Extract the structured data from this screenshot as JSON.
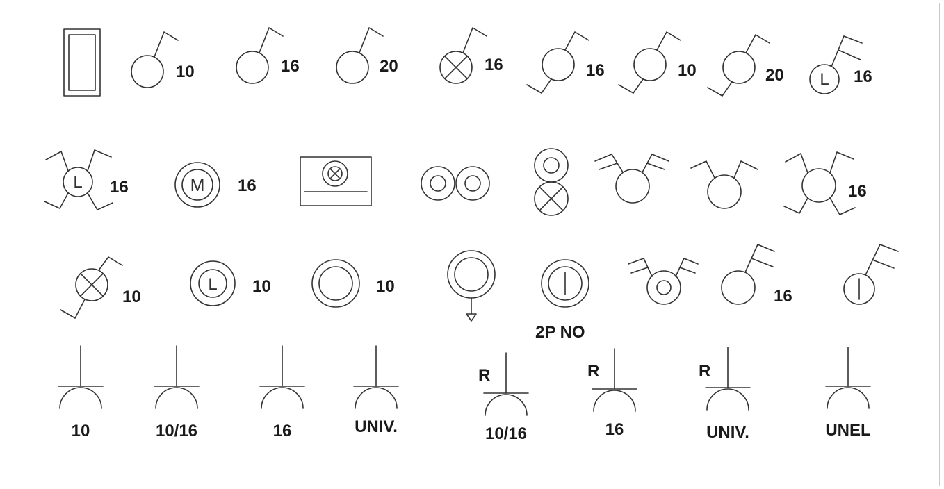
{
  "labels": {
    "r1": [
      "10",
      "16",
      "20",
      "16",
      "16",
      "10",
      "20",
      "16"
    ],
    "r2": [
      "16",
      "16",
      "16"
    ],
    "r3": [
      "10",
      "10",
      "10",
      "2P NO",
      "16"
    ],
    "r4": [
      "10",
      "10/16",
      "16",
      "UNIV.",
      "10/16",
      "16",
      "UNIV.",
      "UNEL"
    ],
    "r_marks": [
      "R",
      "R",
      "R"
    ],
    "letters": {
      "L": "L",
      "M": "M"
    }
  },
  "colors": {
    "stroke": "#333333",
    "text": "#1a1a1a",
    "frame": "#c9c9c9"
  }
}
